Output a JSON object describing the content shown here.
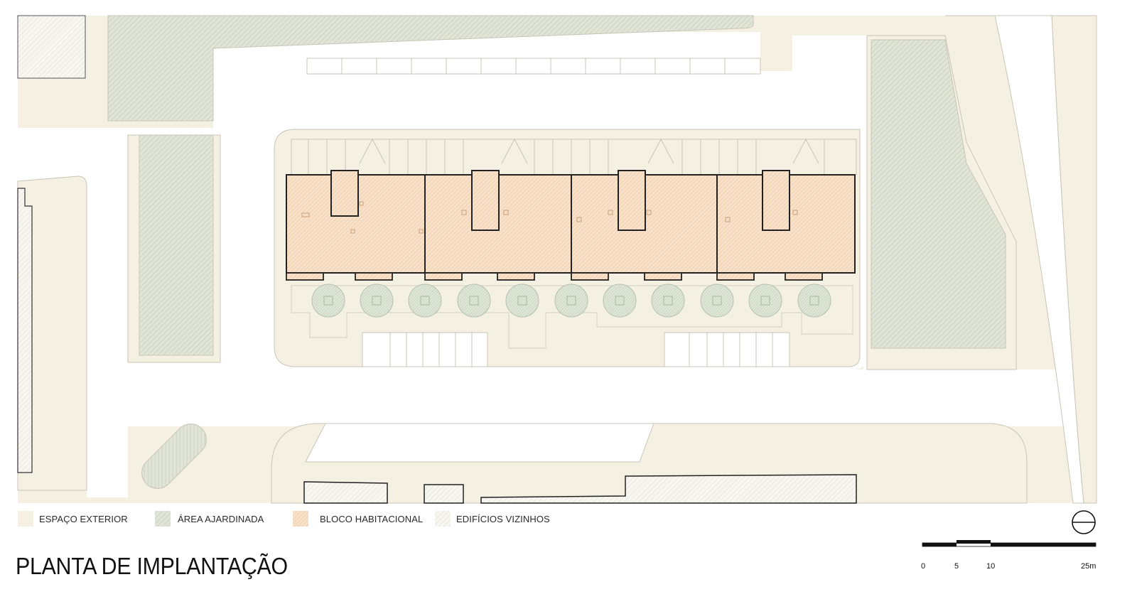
{
  "title": "PLANTA DE IMPLANTAÇÃO",
  "legend": [
    {
      "label": "ESPAÇO EXTERIOR",
      "color": "#f4f1e3",
      "pattern": "solid"
    },
    {
      "label": "ÁREA AJARDINADA",
      "color": "#dfe2d5",
      "pattern": "hatch-green"
    },
    {
      "label": "BLOCO HABITACIONAL",
      "color": "#f5dcc2",
      "pattern": "hatch-orange"
    },
    {
      "label": "EDIFÍCIOS VIZINHOS",
      "color": "#ffffff",
      "pattern": "hatch-grey"
    }
  ],
  "scale_bar": {
    "labels": [
      "0",
      "5",
      "10",
      "25m"
    ]
  },
  "north_arrow": {
    "icon": "north-arrow-icon"
  },
  "colors": {
    "exterior": "#f4f1e3",
    "garden": "#dfe3d6",
    "housing": "#f6dfc6",
    "road": "#ffffff",
    "outline": "#b9b6a8"
  }
}
